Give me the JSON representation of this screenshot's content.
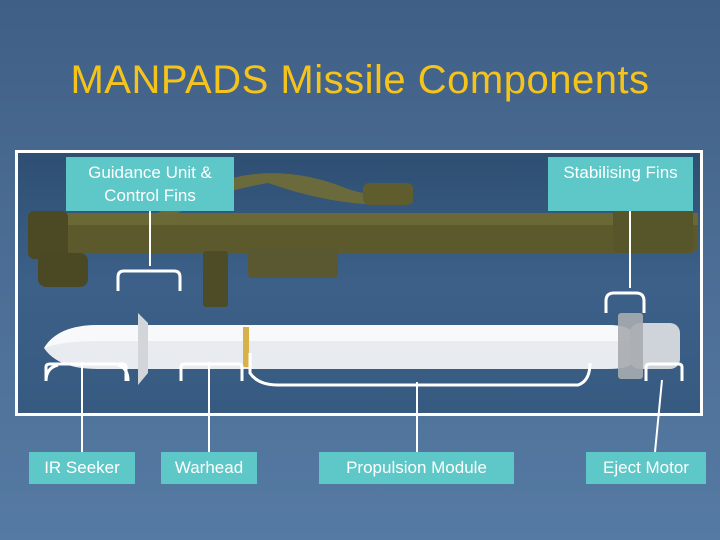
{
  "slide": {
    "title": "MANPADS Missile Components"
  },
  "labels": {
    "guidance_line1": "Guidance Unit &",
    "guidance_line2": "Control Fins",
    "stabilising": "Stabilising Fins",
    "ir_seeker": "IR Seeker",
    "warhead": "Warhead",
    "propulsion": "Propulsion Module",
    "eject": "Eject Motor"
  },
  "colors": {
    "title": "#f5c31a",
    "label_background": "#5ec7c8",
    "frame": "#ffffff"
  }
}
